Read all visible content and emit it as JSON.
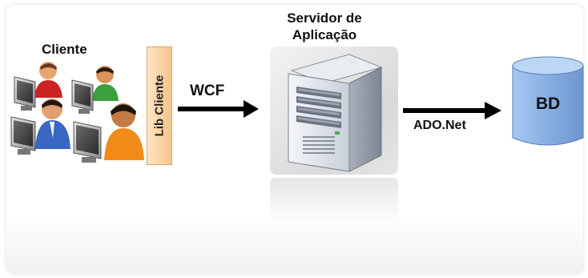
{
  "labels": {
    "cliente": "Cliente",
    "servidor_line1": "Servidor de",
    "servidor_line2": "Aplicação",
    "lib_cliente": "Lib Cliente",
    "wcf": "WCF",
    "ado_net": "ADO.Net",
    "bd": "BD"
  },
  "colors": {
    "lib_fill": "#f4c48a",
    "db_fill": "#8db6e8",
    "arrow": "#000000",
    "server_body": "#d8dde6"
  },
  "icons": {
    "clients": "users-at-computers-icon",
    "server": "server-tower-icon",
    "database": "database-cylinder-icon"
  }
}
